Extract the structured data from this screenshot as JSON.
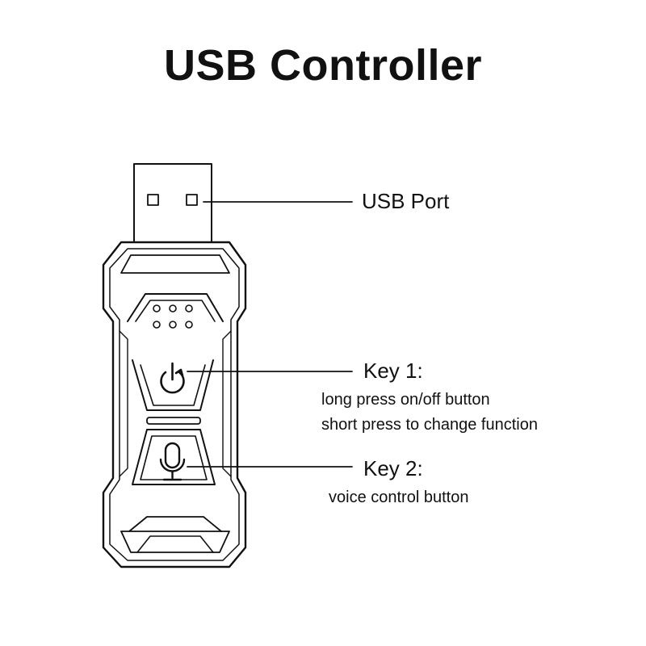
{
  "title": "USB Controller",
  "callouts": {
    "usb_port": "USB Port",
    "key1": {
      "label": "Key 1:",
      "line1": "long press on/off button",
      "line2": "short press to change function"
    },
    "key2": {
      "label": "Key 2:",
      "line1": "voice control button"
    }
  },
  "colors": {
    "ink": "#111111",
    "background": "#ffffff"
  },
  "icons": [
    "power-cycle-icon",
    "microphone-icon"
  ]
}
